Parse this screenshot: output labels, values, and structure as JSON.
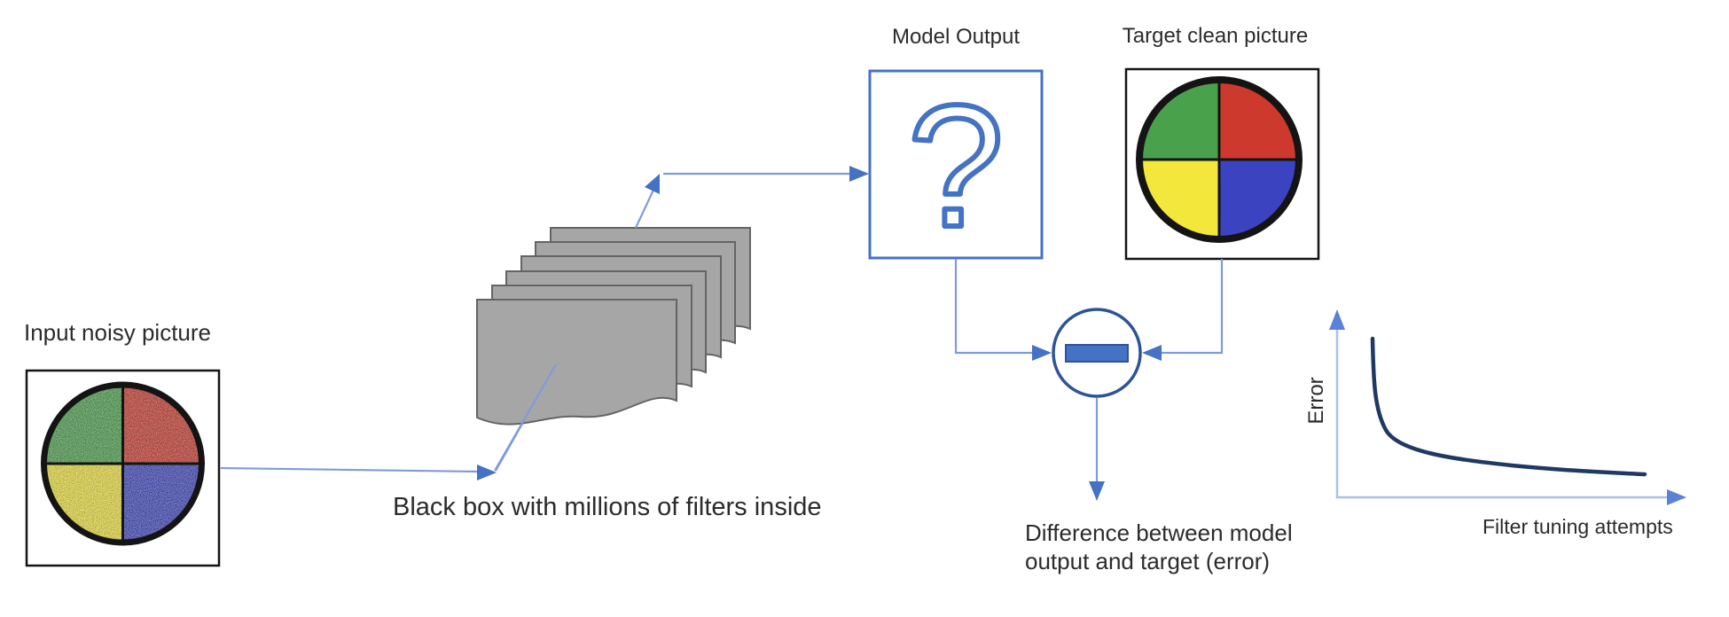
{
  "diagram": {
    "labels": {
      "input_picture": "Input noisy picture",
      "black_box": "Black box with millions of filters inside",
      "model_output": "Model Output",
      "target_picture": "Target clean picture",
      "difference_line1": "Difference between model",
      "difference_line2": "output and target (error)"
    },
    "icons": {
      "question_mark": "?",
      "minus": "−"
    },
    "colors": {
      "text": "#2b2b2b",
      "connector": "#7e9cd9",
      "arrowhead": "#4472c4",
      "axis": "#aac1e8",
      "axis_arrowhead": "#5b82d6",
      "box_border_blue": "#4472c4",
      "minus_ring": "#2e5497",
      "minus_fill": "#4472c4",
      "sheet_fill": "#a6a6a6",
      "sheet_border": "#646464",
      "picture_border": "#141414",
      "quadrant_green": "#4aa14b",
      "quadrant_red": "#cd392c",
      "quadrant_yellow": "#f3e73c",
      "quadrant_blue": "#3b43c0",
      "curve": "#1f3864"
    },
    "chart": {
      "ylabel": "Error",
      "xlabel": "Filter tuning attempts"
    }
  },
  "chart_data": {
    "type": "line",
    "title": "",
    "xlabel": "Filter tuning attempts",
    "ylabel": "Error",
    "x": [
      0,
      1,
      2,
      3,
      4,
      5,
      6,
      7,
      8,
      9,
      10
    ],
    "values": [
      1.0,
      0.52,
      0.36,
      0.29,
      0.25,
      0.22,
      0.2,
      0.18,
      0.17,
      0.16,
      0.15
    ],
    "ylim": [
      0,
      1
    ],
    "grid": false,
    "legend": false,
    "note": "qualitative sketch: error decreases with filter tuning attempts; axes have no numeric ticks, values are normalized estimates"
  }
}
